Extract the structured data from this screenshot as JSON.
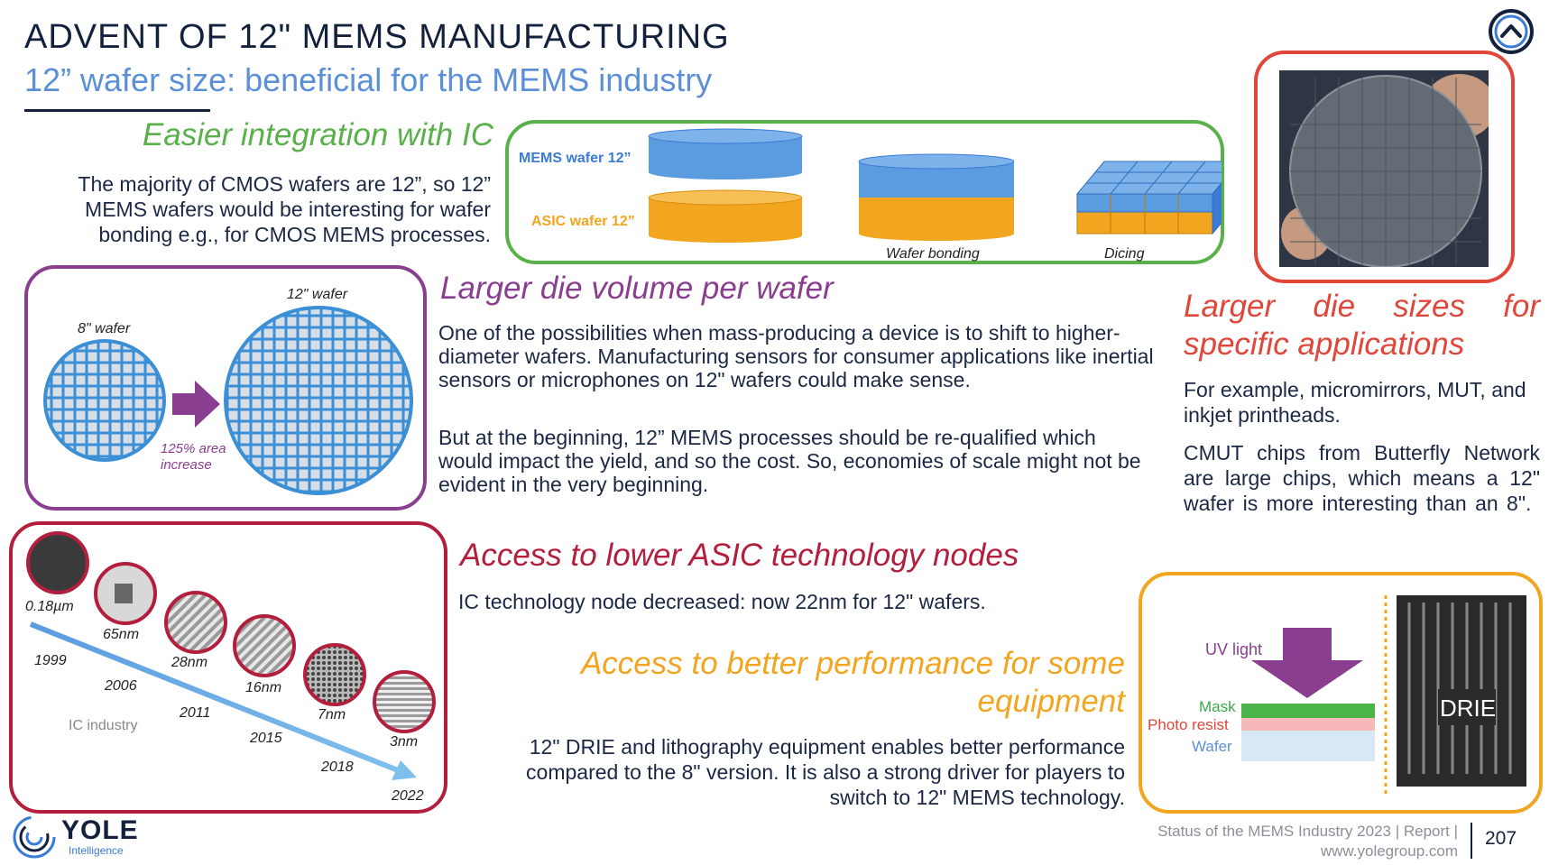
{
  "header": {
    "title": "ADVENT OF 12\" MEMS MANUFACTURING",
    "subtitle": "12” wafer size: beneficial for the MEMS industry"
  },
  "section_integration": {
    "heading": "Easier integration with IC",
    "body": "The majority of CMOS wafers are 12”, so 12” MEMS wafers would be interesting for wafer bonding e.g., for CMOS MEMS processes.",
    "diagram": {
      "mems_label": "MEMS wafer 12”",
      "asic_label": "ASIC wafer 12”",
      "bonding_label": "Wafer bonding",
      "dicing_label": "Dicing"
    }
  },
  "section_die_volume": {
    "heading": "Larger die volume per wafer",
    "para1": "One of the possibilities when mass-producing a device is to shift to higher-diameter wafers. Manufacturing sensors for consumer applications like inertial sensors or microphones on 12\" wafers could make sense.",
    "para2": "But at the beginning, 12” MEMS processes should be re-qualified which would impact the yield, and so the cost. So, economies of scale might not be evident in the very beginning.",
    "diagram": {
      "small_label": "8\" wafer",
      "large_label": "12\" wafer",
      "area_label_line1": "125% area",
      "area_label_line2": "increase"
    }
  },
  "section_die_sizes": {
    "heading_line1": "Larger die sizes for",
    "heading_line2": "specific applications",
    "para1": "For example, micromirrors, MUT, and inkjet printheads.",
    "para2": "CMUT chips from Butterfly Network are large chips, which means a 12\" wafer is more interesting than an 8\"."
  },
  "section_asic_nodes": {
    "heading": "Access to lower ASIC technology nodes",
    "body": "IC technology node decreased: now 22nm for 12\" wafers.",
    "timeline": {
      "industry_label": "IC industry",
      "nodes": [
        "0.18µm",
        "65nm",
        "28nm",
        "16nm",
        "7nm",
        "3nm"
      ],
      "years": [
        "1999",
        "2006",
        "2011",
        "2015",
        "2018",
        "2022"
      ]
    }
  },
  "section_performance": {
    "heading_line1": "Access to better performance for some",
    "heading_line2": "equipment",
    "body": "12\" DRIE and lithography equipment enables better performance compared to the 8\" version. It is also a strong driver for players to switch to 12\" MEMS technology.",
    "diagram": {
      "uv_label": "UV light",
      "mask_label": "Mask",
      "resist_label": "Photo resist",
      "wafer_label": "Wafer",
      "drie_label": "DRIE"
    }
  },
  "footer": {
    "logo_main": "YOLE",
    "logo_sub": "Intelligence",
    "report_line1": "Status of the MEMS Industry 2023 | Report |",
    "report_line2": "www.yolegroup.com",
    "page_number": "207"
  },
  "colors": {
    "navy": "#14213d",
    "green": "#5ab04a",
    "purple": "#8a3e8f",
    "red": "#e0463a",
    "crimson": "#b41e3d",
    "orange": "#f2a51e",
    "blue": "#5b8fd6"
  },
  "icons": {
    "top_right": "chevron-up-circle-icon",
    "logo": "yole-swirl-icon"
  }
}
